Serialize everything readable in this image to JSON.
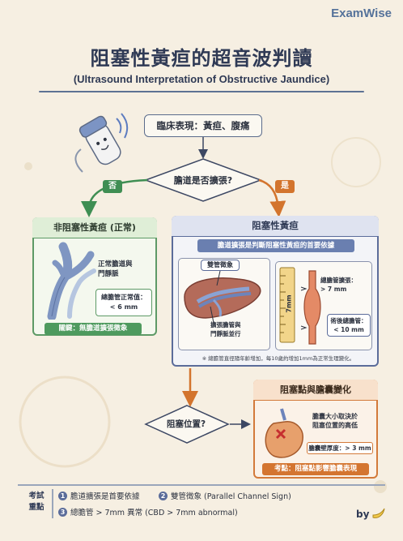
{
  "brand": "ExamWise",
  "title": {
    "zh": "阻塞性黃疸的超音波判讀",
    "en": "(Ultrasound Interpretation of Obstructive Jaundice)"
  },
  "clinical": "臨床表現：黃疸、腹痛",
  "decision": {
    "question": "膽道是否擴張?",
    "no": "否",
    "yes": "是"
  },
  "non_obstructive": {
    "title": "非阻塞性黃疸 (正常)",
    "vessel_label_1": "正常膽道與",
    "vessel_label_2": "門靜脈",
    "normal_value_1": "總膽管正常值：",
    "normal_value_2": "< 6 mm",
    "key": "關鍵：無膽道擴張徵象"
  },
  "obstructive": {
    "title": "阻塞性黃疸",
    "band": "膽道擴張是判斷阻塞性黃疸的首要依據",
    "double_track": "雙管徵象",
    "parallel_1": "擴張膽管與",
    "parallel_2": "門靜脈並行",
    "ruler_label": "7mm",
    "dilated_1": "總膽管擴張：",
    "dilated_2": "> 7 mm",
    "post_op_1": "術後總膽管：",
    "post_op_2": "< 10 mm",
    "footnote": "※ 總膽管直徑隨年齡增加，每10歲約增加1mm為正常生理變化。"
  },
  "obstruction_position": "阻塞位置?",
  "gallbladder": {
    "title": "阻塞點與膽囊變化",
    "label_1": "膽囊大小取決於",
    "label_2": "阻塞位置的高低",
    "wall": "膽囊壁厚度：> 3 mm",
    "key": "考點：阻塞點影響膽囊表現"
  },
  "exam_points": {
    "label_1": "考試",
    "label_2": "重點",
    "items": [
      {
        "num": "1",
        "text": "膽道擴張是首要依據"
      },
      {
        "num": "2",
        "text": "雙管徵象 (Parallel Channel Sign)"
      },
      {
        "num": "3",
        "text": "總膽管 > 7mm 異常 (CBD > 7mm abnormal)"
      }
    ]
  },
  "credit": "by",
  "colors": {
    "background": "#f6efe2",
    "navy": "#2f3a55",
    "green": "#5d9a66",
    "blue": "#5b6c9a",
    "orange": "#d37a3a"
  },
  "icons": [
    "ultrasound-probe-icon",
    "banana-icon"
  ]
}
